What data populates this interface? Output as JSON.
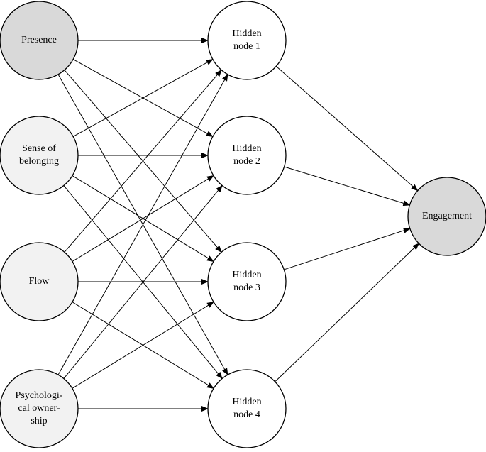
{
  "colors": {
    "input_fill": "#f2f2f2",
    "highlight_fill": "#d9d9d9",
    "hidden_fill": "#ffffff",
    "stroke": "#000000"
  },
  "nodes": {
    "input": [
      {
        "id": "presence",
        "lines": [
          "Presence"
        ],
        "fill": "#d9d9d9"
      },
      {
        "id": "belonging",
        "lines": [
          "Sense of",
          "belonging"
        ],
        "fill": "#f2f2f2"
      },
      {
        "id": "flow",
        "lines": [
          "Flow"
        ],
        "fill": "#f2f2f2"
      },
      {
        "id": "ownership",
        "lines": [
          "Psychologi-",
          "cal owner-",
          "ship"
        ],
        "fill": "#f2f2f2"
      }
    ],
    "hidden": [
      {
        "id": "h1",
        "lines": [
          "Hidden",
          "node 1"
        ]
      },
      {
        "id": "h2",
        "lines": [
          "Hidden",
          "node 2"
        ]
      },
      {
        "id": "h3",
        "lines": [
          "Hidden",
          "node 3"
        ]
      },
      {
        "id": "h4",
        "lines": [
          "Hidden",
          "node 4"
        ]
      }
    ],
    "output": [
      {
        "id": "engagement",
        "lines": [
          "Engagement"
        ],
        "fill": "#d9d9d9"
      }
    ]
  },
  "edges": "fully-connected: input->hidden, hidden->output, arrows into targets"
}
